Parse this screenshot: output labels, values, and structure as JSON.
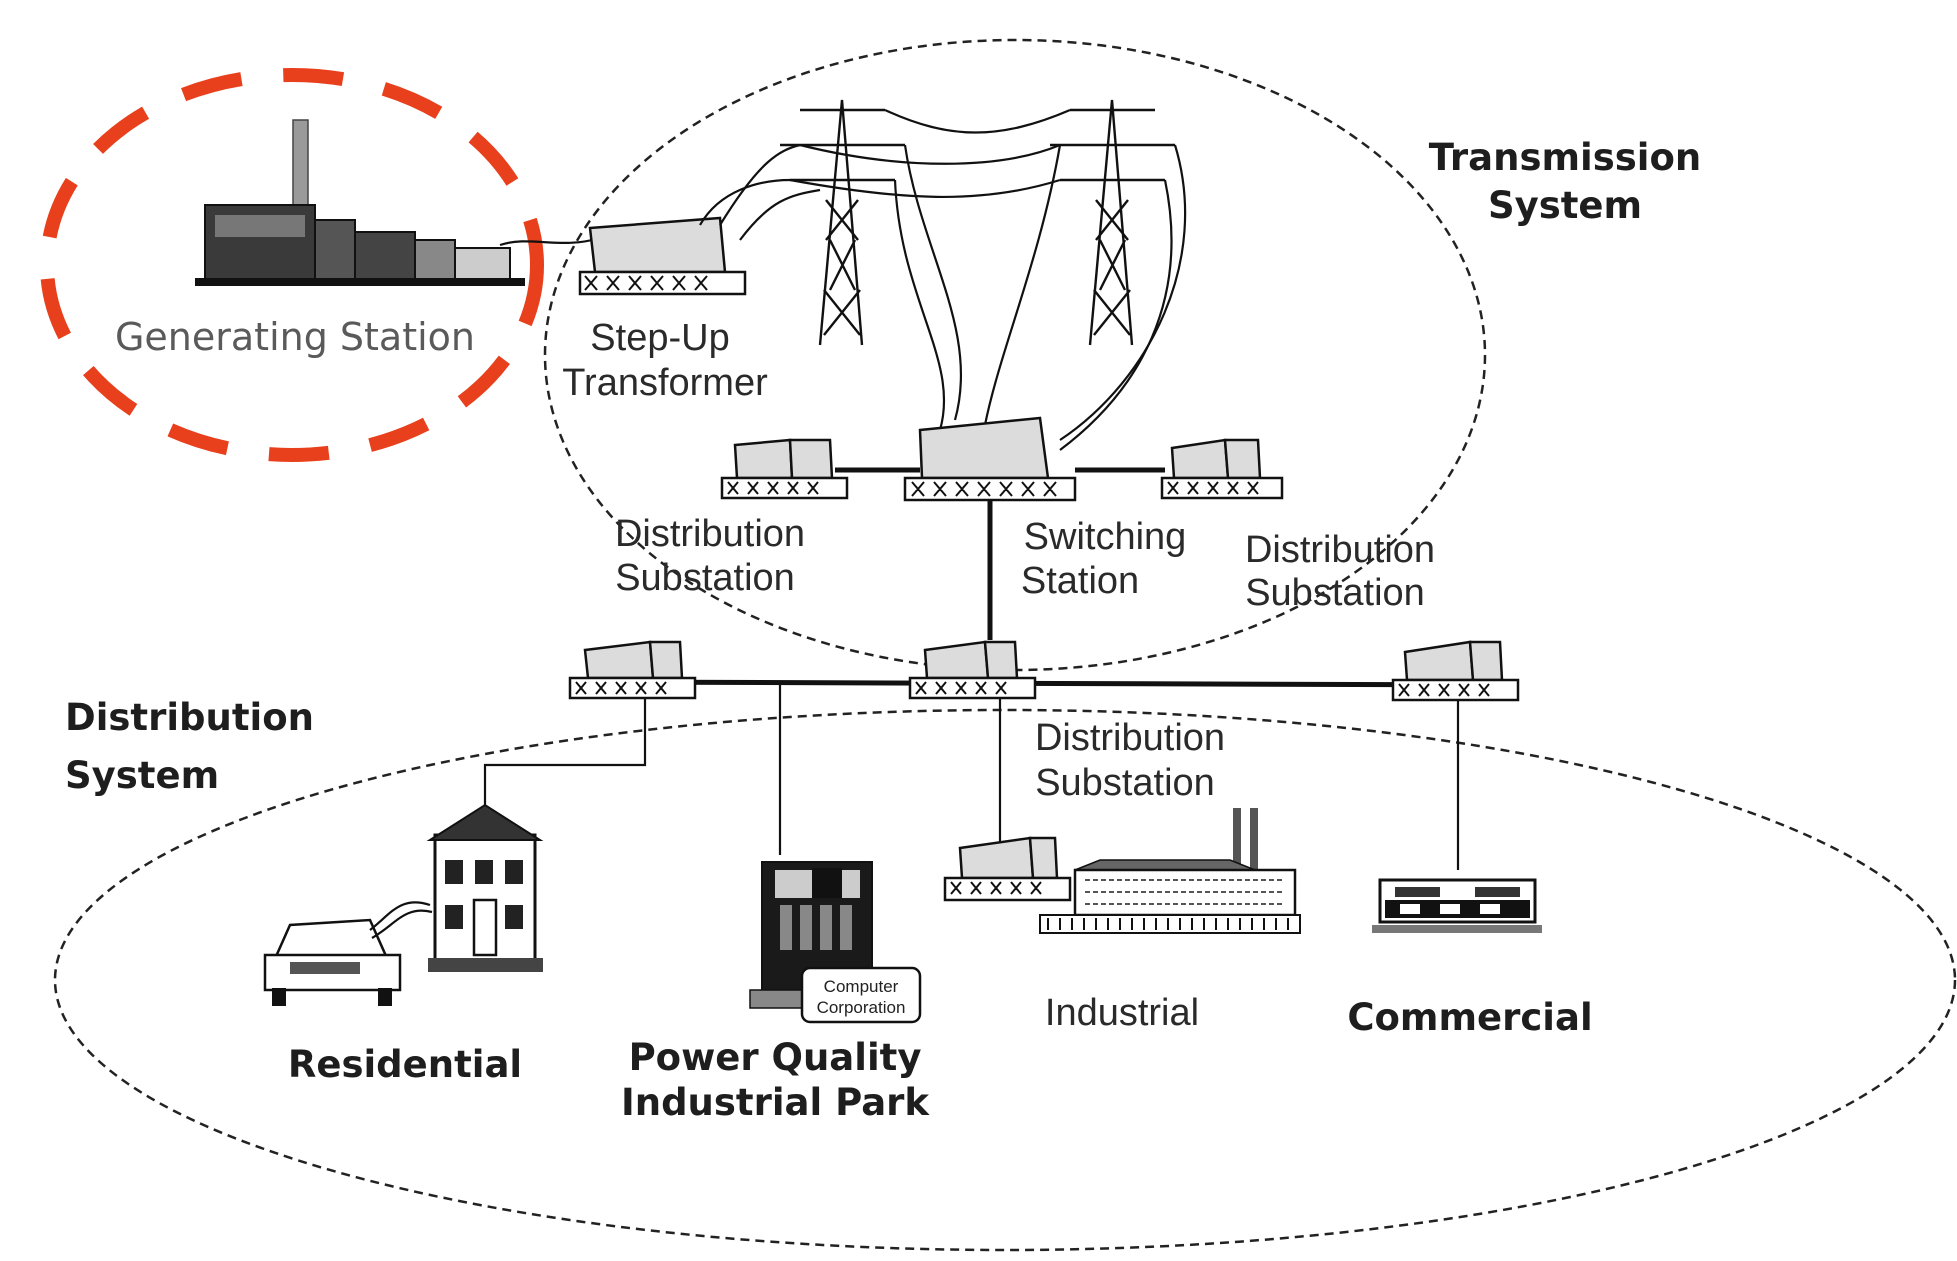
{
  "colors": {
    "highlight": "#e8401c",
    "line": "#111111",
    "fill_gray": "#dcdcdc"
  },
  "labels": {
    "generating_station": "Generating Station",
    "step_up_line1": "Step-Up",
    "step_up_line2": "Transformer",
    "transmission_line1": "Transmission",
    "transmission_line2": "System",
    "dist_sub_left_line1": "Distribution",
    "dist_sub_left_line2": "Substation",
    "switching_line1": "Switching",
    "switching_line2": "Station",
    "dist_sub_right_line1": "Distribution",
    "dist_sub_right_line2": "Substation",
    "distribution_system_line1": "Distribution",
    "distribution_system_line2": "System",
    "dist_sub_lower_line1": "Distribution",
    "dist_sub_lower_line2": "Substation",
    "residential": "Residential",
    "pq_line1": "Power Quality",
    "pq_line2": "Industrial Park",
    "computer_line1": "Computer",
    "computer_line2": "Corporation",
    "industrial": "Industrial",
    "commercial": "Commercial"
  }
}
